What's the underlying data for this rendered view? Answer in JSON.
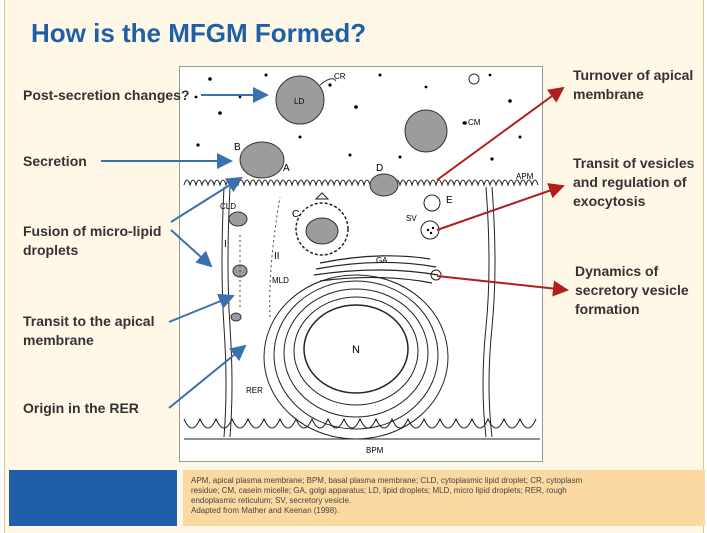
{
  "title": "How is the MFGM Formed?",
  "left_labels": {
    "post_secretion": "Post-secretion changes?",
    "secretion": "Secretion",
    "fusion_line1": "Fusion of micro-lipid",
    "fusion_line2": "droplets",
    "transit_line1": "Transit to the apical",
    "transit_line2": "membrane",
    "origin": "Origin in the RER"
  },
  "right_labels": {
    "turnover_line1": "Turnover of apical",
    "turnover_line2": "membrane",
    "transit_vesicles_line1": "Transit of vesicles",
    "transit_vesicles_line2": "and regulation of",
    "transit_vesicles_line3": "exocytosis",
    "dynamics_line1": "Dynamics of",
    "dynamics_line2": "secretory vesicle",
    "dynamics_line3": "formation"
  },
  "diagram_labels": {
    "cr": "CR",
    "ld": "LD",
    "cm": "CM",
    "b": "B",
    "a": "A",
    "d": "D",
    "e": "E",
    "c": "C",
    "apm": "APM",
    "cld": "CLD",
    "sv": "SV",
    "roman_i": "I",
    "roman_ii": "II",
    "ga": "GA",
    "mld": "MLD",
    "n": "N",
    "rer": "RER",
    "bpm": "BPM"
  },
  "caption": {
    "line1": "APM, apical plasma membrane; BPM, basal plasma membrane; CLD, cytoplasmic lipid droplet; CR, cytoplasm",
    "line2": "residue; CM, casein micelle; GA, golgi apparatus; LD, lipid droplets; MLD, micro lipid droplets;  RER, rough",
    "line3": "endoplasmic reticulum; SV, secretory vesicle.",
    "line4": "Adapted from Mather and Keenan (1998)."
  },
  "colors": {
    "title": "#1f5fa8",
    "left_arrows": "#3a6fb0",
    "right_arrows": "#b01e1e",
    "footer_blue": "#1f5fa8",
    "footer_orange": "#fcd9a0"
  }
}
